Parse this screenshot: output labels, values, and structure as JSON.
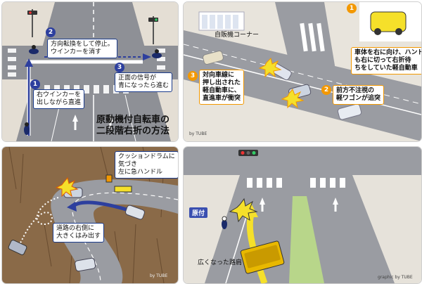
{
  "panel1": {
    "title": "原動機付自転車の\n二段階右折の方法",
    "step1": {
      "num": "1",
      "text": "右ウインカーを\n出しながら直進"
    },
    "step2": {
      "num": "2",
      "text": "方向転換をして停止。\nウインカーを消す"
    },
    "step3": {
      "num": "3",
      "text": "正面の信号が\n青になったら進む"
    },
    "colors": {
      "road": "#8e9096",
      "arrow_blue": "#2d3f9e",
      "sidewalk": "#e4ded4"
    }
  },
  "panel2": {
    "vending_label": "自販機コーナー",
    "step1": {
      "num": "1",
      "text": "車体を右に向け、ハンドル\nも右に切って右折待\nちをしていた軽自動車"
    },
    "step2": {
      "num": "2",
      "text": "前方不注視の\n軽ワゴンが追突"
    },
    "step3": {
      "num": "3",
      "text": "対向車線に\n押し出された\n軽自動車に、\n直進車が衝突"
    },
    "credit": "by TUBE",
    "colors": {
      "accent": "#f39800",
      "car_yellow": "#f5e02a"
    }
  },
  "panel3": {
    "label1": "クッションドラムに\n気づき\n左に急ハンドル",
    "label2": "道路の右側に\n大きくはみ出す",
    "credit": "by TUBE",
    "colors": {
      "forest": "#7a5a3a",
      "road": "#9a9ca2"
    }
  },
  "panel4": {
    "label_moped": "原付",
    "label_shoulder": "広くなった路肩",
    "credit": "graphic by TUBE",
    "colors": {
      "arrow_yellow": "#f5e02a",
      "truck": "#e8b800",
      "grass": "#b8d68a"
    }
  }
}
